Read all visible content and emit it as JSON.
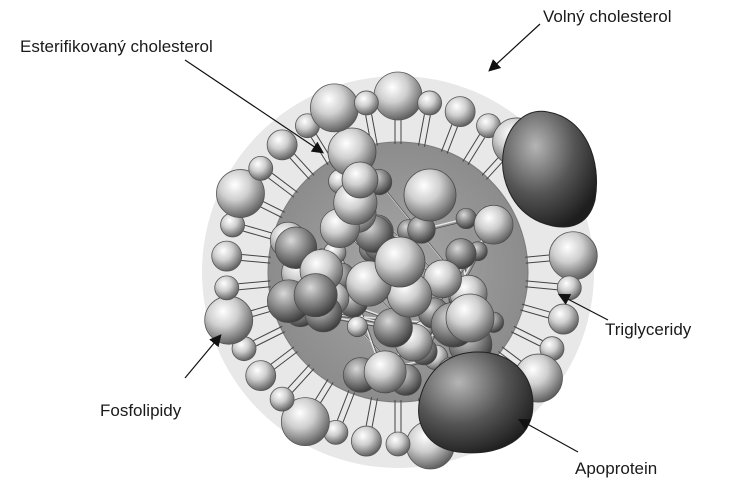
{
  "labels": {
    "esterified_cholesterol": "Esterifikovaný cholesterol",
    "free_cholesterol": "Volný cholesterol",
    "triglycerides": "Triglyceridy",
    "phospholipids": "Fosfolipidy",
    "apoprotein": "Apoprotein"
  },
  "colors": {
    "core": "#9a9a9a",
    "sphere_light": "#f4f4f4",
    "sphere_dark": "#6e6e6e",
    "protein_dark": "#2e2e2e",
    "text": "#1a1a1a"
  }
}
